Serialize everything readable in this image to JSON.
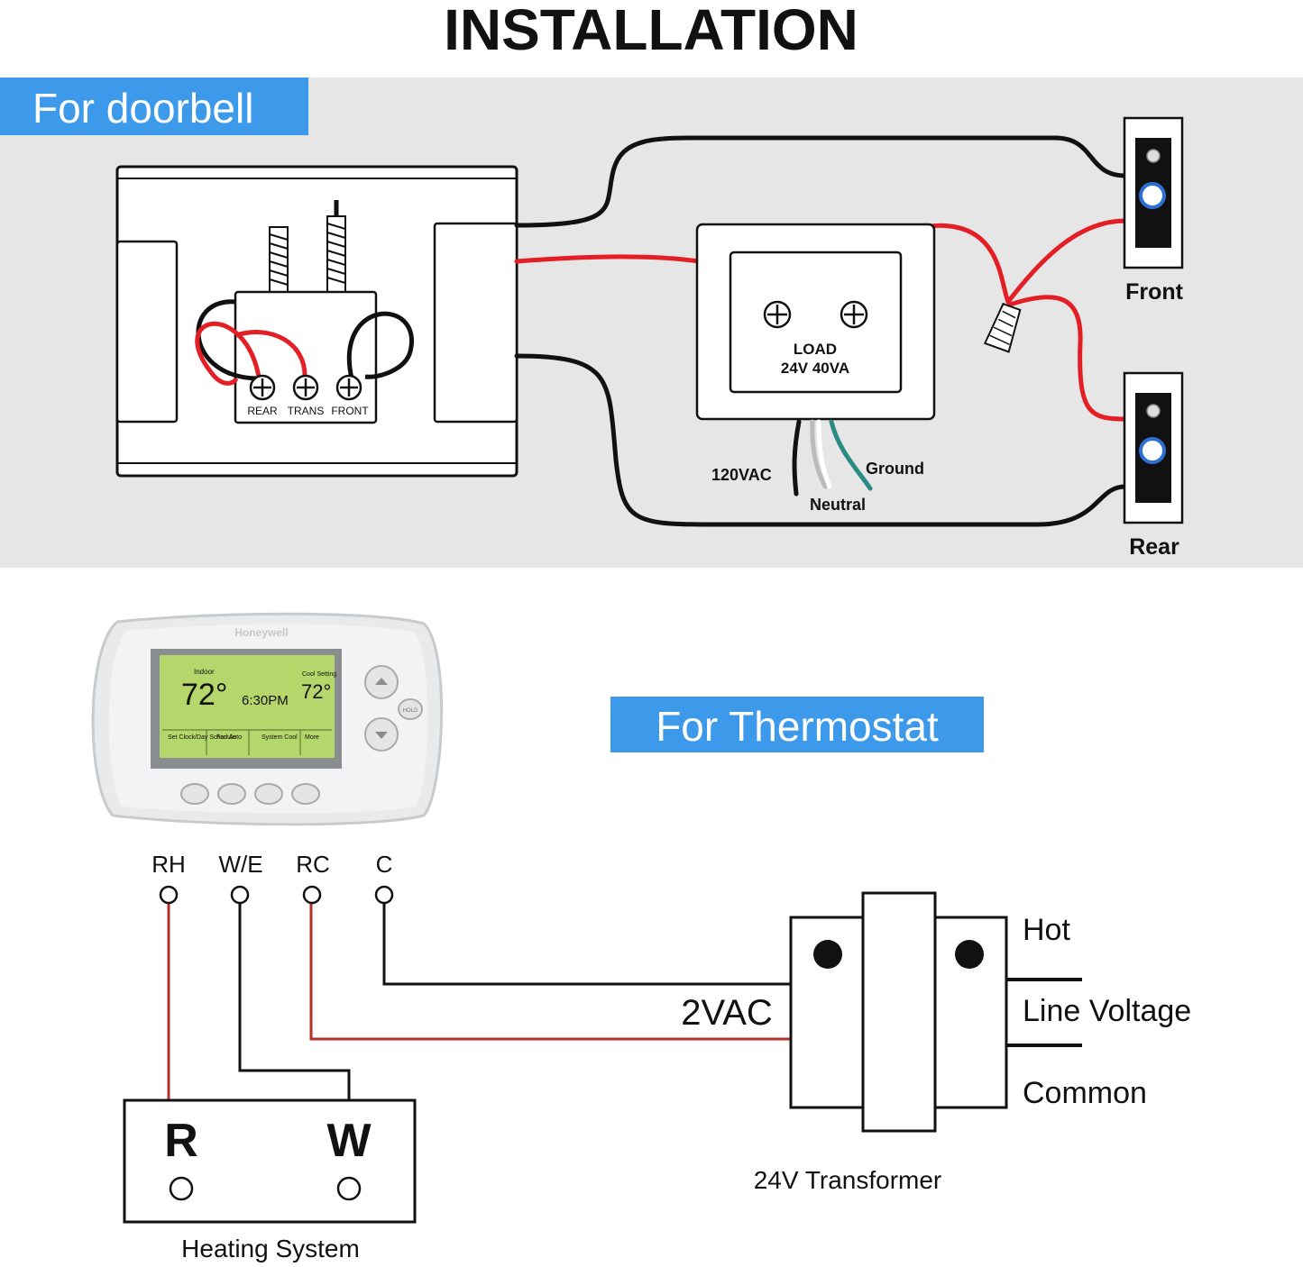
{
  "title": "INSTALLATION",
  "doorbell": {
    "section_label": "For doorbell",
    "chime_terminals": [
      "REAR",
      "TRANS",
      "FRONT"
    ],
    "transformer_label_line1": "LOAD",
    "transformer_label_line2": "24V 40VA",
    "wire_120vac": "120VAC",
    "wire_neutral": "Neutral",
    "wire_ground": "Ground",
    "button_front": "Front",
    "button_rear": "Rear"
  },
  "thermostat": {
    "section_label": "For Thermostat",
    "brand": "Honeywell",
    "screen": {
      "indoor_label": "Indoor",
      "indoor_temp": "72°",
      "time": "6:30PM",
      "cool_setting_label": "Cool Setting",
      "set_temp": "72°",
      "menu": [
        "Set Clock/Day Schedule",
        "Fan Auto",
        "System Cool",
        "More"
      ]
    },
    "hold_label": "HOLD",
    "terminals": [
      "RH",
      "W/E",
      "RC",
      "C"
    ],
    "wire_voltage": "2VAC",
    "heating_system_label": "Heating System",
    "heating_terminals": [
      "R",
      "W"
    ],
    "transformer_label": "24V Transformer",
    "line_labels": [
      "Hot",
      "Line Voltage",
      "Common"
    ]
  },
  "colors": {
    "accent_blue": "#3d9aea",
    "panel_gray": "#e6e6e6",
    "wire_red": "#e31e24",
    "wire_red_thin": "#b5302a",
    "wire_black": "#111111",
    "wire_green": "#2a8a84",
    "lcd_green": "#b5d66a"
  }
}
